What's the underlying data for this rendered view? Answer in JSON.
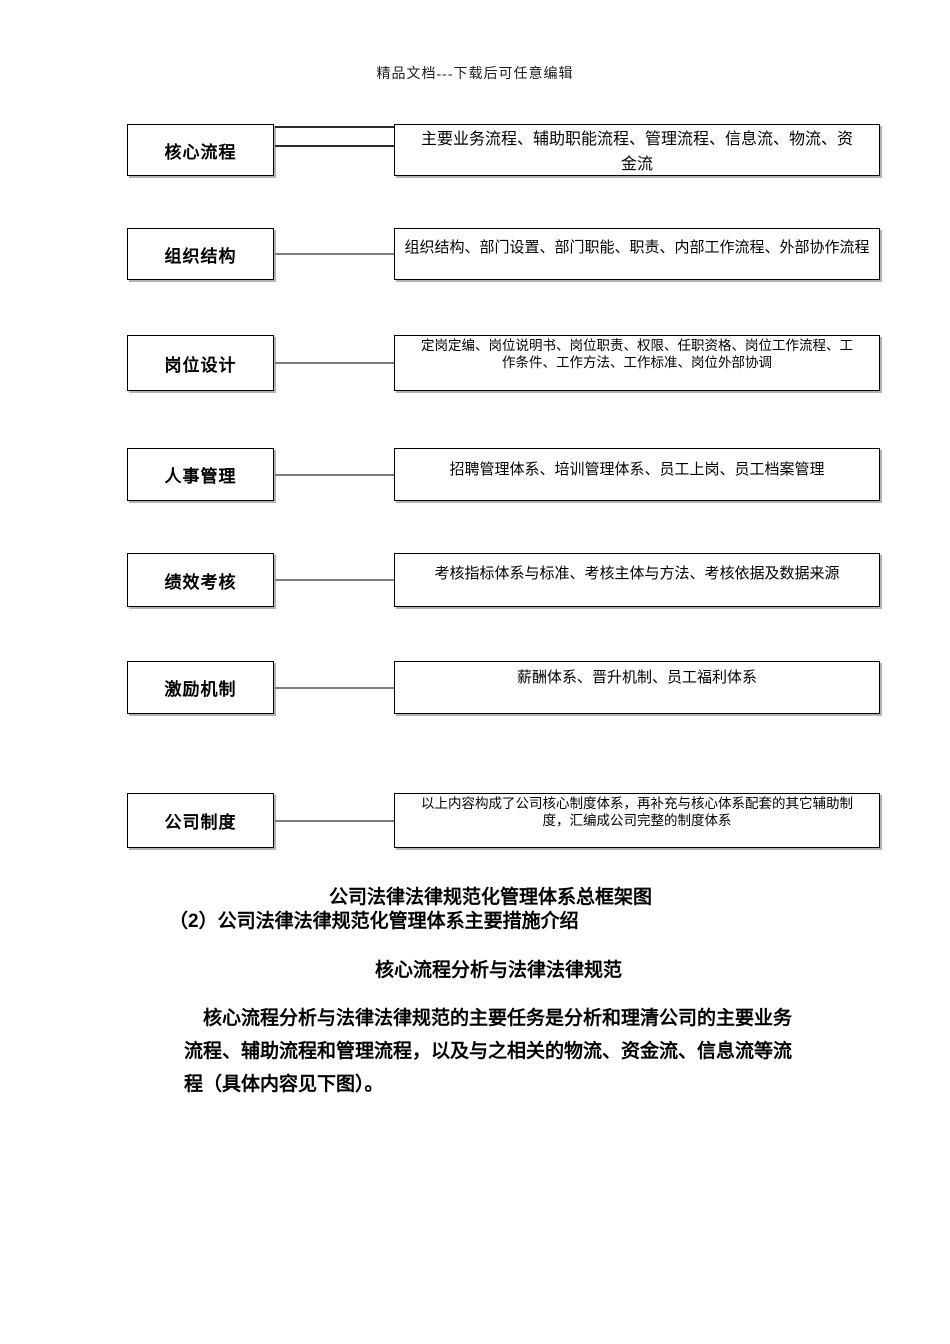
{
  "page": {
    "watermark": "精品文档---下载后可任意编辑"
  },
  "diagram": {
    "rows": [
      {
        "label": "核心流程",
        "lines": [
          "主要业务流程、辅助职能流程、管理流程、信息流、物流、资",
          "金流"
        ]
      },
      {
        "label": "组织结构",
        "lines": [
          "组织结构、部门设置、部门职能、职责、内部工作流程、外部协作流程"
        ]
      },
      {
        "label": "岗位设计",
        "lines": [
          "定岗定编、岗位说明书、岗位职责、权限、任职资格、岗位工作流程、工",
          "作条件、工作方法、工作标准、岗位外部协调"
        ]
      },
      {
        "label": "人事管理",
        "lines": [
          "招聘管理体系、培训管理体系、员工上岗、员工档案管理"
        ]
      },
      {
        "label": "绩效考核",
        "lines": [
          "考核指标体系与标准、考核主体与方法、考核依据及数据来源"
        ]
      },
      {
        "label": "激励机制",
        "lines": [
          "薪酬体系、晋升机制、员工福利体系"
        ]
      },
      {
        "label": "公司制度",
        "lines": [
          "以上内容构成了公司核心制度体系，再补充与核心体系配套的其它辅助制",
          "度，汇编成公司完整的制度体系"
        ]
      }
    ]
  },
  "captions": {
    "figure_title": "公司法律法律规范化管理体系总框架图",
    "section_heading": "（2）公司法律法律规范化管理体系主要措施介绍",
    "sub_heading": "核心流程分析与法律法律规范"
  },
  "paragraph": {
    "lines": [
      "核心流程分析与法律法律规范的主要任务是分析和理清公司的主要业务",
      "流程、辅助流程和管理流程，以及与之相关的物流、资金流、信息流等流",
      "程（具体内容见下图）。"
    ]
  },
  "colors": {
    "border": "#000000",
    "connector": "#7d7d7d",
    "shadow": "#b3b3b3",
    "text": "#000000"
  }
}
